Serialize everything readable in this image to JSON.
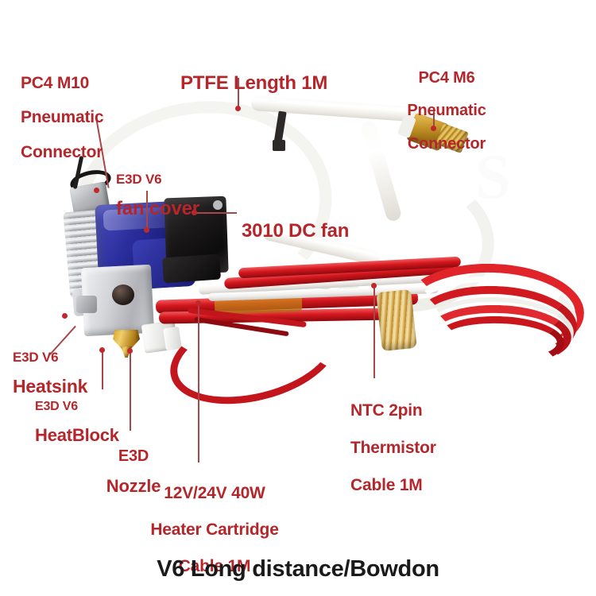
{
  "image": {
    "background_color": "#ffffff",
    "annotation_color": "#b5262b",
    "leader_color": "#a8474a",
    "caption_color": "#1a1a1a"
  },
  "caption": {
    "text": "V6 Long distance/Bowdon"
  },
  "annotations": [
    {
      "id": "pc4-m10",
      "line1": "PC4 M10",
      "line2": "Pneumatic",
      "line3": "Connector"
    },
    {
      "id": "ptfe-length",
      "line1": "PTFE Length 1M"
    },
    {
      "id": "pc4-m6",
      "line1": "PC4 M6",
      "line2": "Pneumatic",
      "line3": "Connector"
    },
    {
      "id": "fan-cover",
      "line1": "E3D V6",
      "line2": "fan cover"
    },
    {
      "id": "dc-fan",
      "line1": "3010 DC fan"
    },
    {
      "id": "heatsink",
      "line1": "E3D V6",
      "line2": "Heatsink"
    },
    {
      "id": "heatblock",
      "line1": "E3D V6",
      "line2": "HeatBlock"
    },
    {
      "id": "nozzle",
      "line1": "E3D",
      "line2": "Nozzle"
    },
    {
      "id": "heater-cartridge",
      "line1": "12V/24V 40W",
      "line2": "Heater Cartridge",
      "line3": "Cable 1M"
    },
    {
      "id": "thermistor",
      "line1": "NTC 2pin",
      "line2": "Thermistor",
      "line3": "Cable 1M"
    }
  ],
  "watermark": {
    "text": "S"
  }
}
